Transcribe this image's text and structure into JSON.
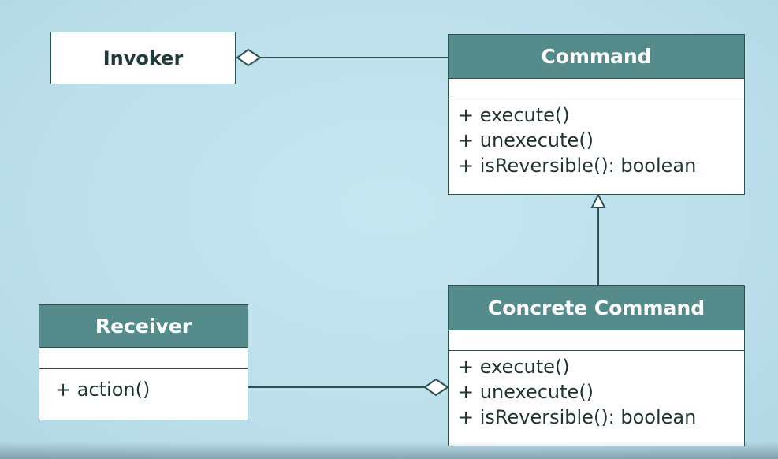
{
  "diagram": {
    "colors": {
      "background": "#bde0ec",
      "header_fill": "#558c8b",
      "stroke": "#2c5250"
    },
    "nodes": {
      "invoker": {
        "title": "Invoker"
      },
      "command": {
        "title": "Command",
        "methods": [
          "+ execute()",
          "+ unexecute()",
          "+ isReversible(): boolean"
        ]
      },
      "concrete_command": {
        "title": "Concrete Command",
        "methods": [
          "+ execute()",
          "+ unexecute()",
          "+ isReversible(): boolean"
        ]
      },
      "receiver": {
        "title": "Receiver",
        "methods": [
          "+ action()"
        ]
      }
    },
    "edges": [
      {
        "from": "invoker",
        "to": "command",
        "type": "aggregation"
      },
      {
        "from": "concrete_command",
        "to": "command",
        "type": "generalization"
      },
      {
        "from": "concrete_command",
        "to": "receiver",
        "type": "aggregation"
      }
    ]
  }
}
